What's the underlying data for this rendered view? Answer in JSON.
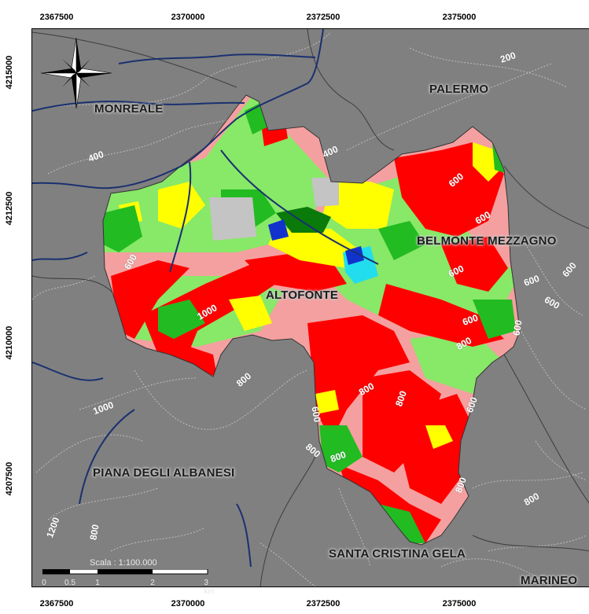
{
  "axes": {
    "x_ticks": [
      "2367500",
      "2370000",
      "2372500",
      "2375000"
    ],
    "y_ticks": [
      "4215000",
      "4212500",
      "4210000",
      "4207500"
    ]
  },
  "places": {
    "monreale": "MONREALE",
    "palermo": "PALERMO",
    "belmonte": "BELMONTE MEZZAGNO",
    "altofonte": "ALTOFONTE",
    "piana": "PIANA DEGLI ALBANESI",
    "santa_cristina": "SANTA CRISTINA GELA",
    "marineo": "MARINEO"
  },
  "contours": [
    "200",
    "400",
    "400",
    "600",
    "600",
    "600",
    "600",
    "600",
    "600",
    "600",
    "800",
    "800",
    "800",
    "800",
    "800",
    "800",
    "800",
    "1000",
    "1000",
    "1200",
    "800",
    "800"
  ],
  "scale": {
    "title": "Scala : 1:100.000",
    "ticks": [
      "0",
      "0.5",
      "1",
      "2",
      "3 km"
    ]
  },
  "colors": {
    "background": "#808080",
    "red": "#ff0000",
    "pink": "#f4a0a0",
    "light_green": "#88e868",
    "green": "#22bb22",
    "dark_green": "#0a7a0a",
    "yellow": "#ffff00",
    "gray": "#c4c4c4",
    "blue": "#1133cc",
    "cyan": "#22ddee",
    "river": "#1a3070"
  },
  "icons": {
    "north_arrow": "compass-rose-icon"
  }
}
